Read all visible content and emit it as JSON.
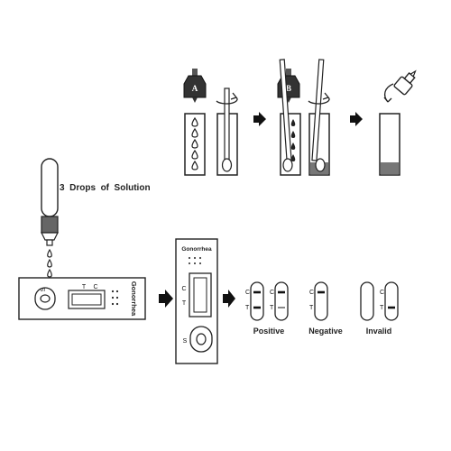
{
  "steps": {
    "bottle_a_letter": "A",
    "bottle_b_letter": "B",
    "drops_text": "3  Drops  of  Solution"
  },
  "cassette_side": {
    "sample_letter": "S",
    "t_letter": "T",
    "c_letter": "C",
    "product_name": "Gonorrhea"
  },
  "cassette_front": {
    "product_name": "Gonorrhea",
    "c_letter": "C",
    "t_letter": "T",
    "sample_letter": "S"
  },
  "results": {
    "c_letter": "C",
    "t_letter": "T",
    "positive_label": "Positive",
    "negative_label": "Negative",
    "invalid_label": "Invalid"
  }
}
